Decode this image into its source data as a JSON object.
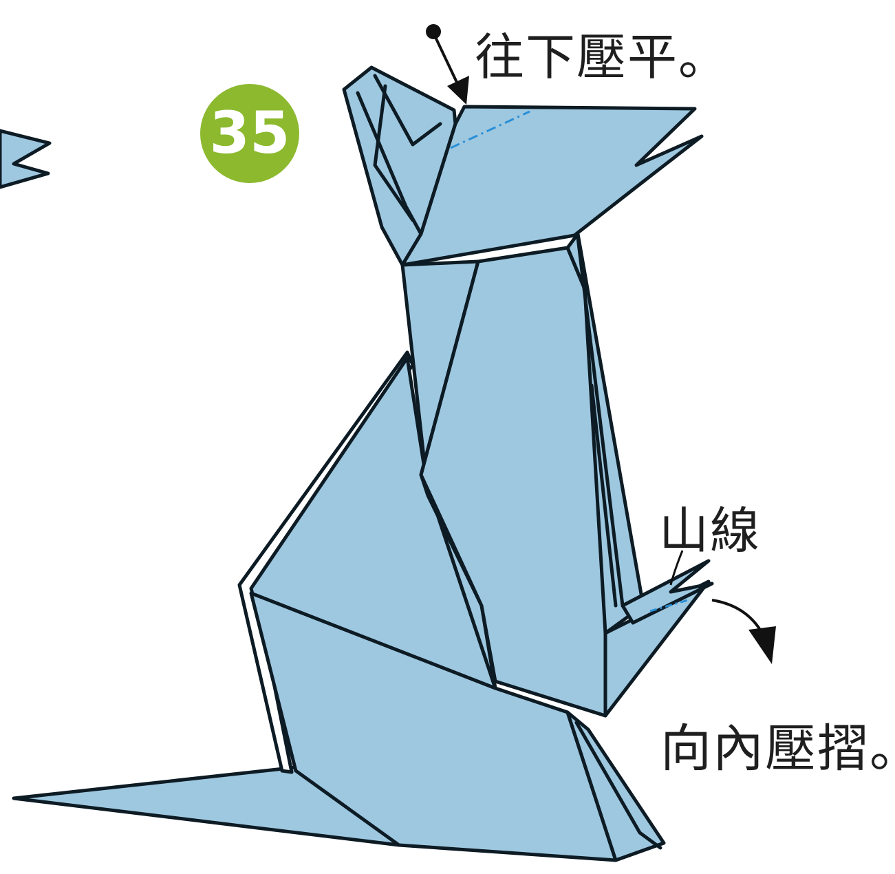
{
  "step": {
    "number": "35",
    "badge_color": "#8cb92e"
  },
  "labels": {
    "flatten_down": "往下壓平。",
    "mountain_fold": "山線",
    "inside_reverse_fold": "向內壓摺。"
  },
  "colors": {
    "paper": "#9ec8e0",
    "outline": "#0d1b24",
    "fold_line": "#2a8fd6"
  }
}
